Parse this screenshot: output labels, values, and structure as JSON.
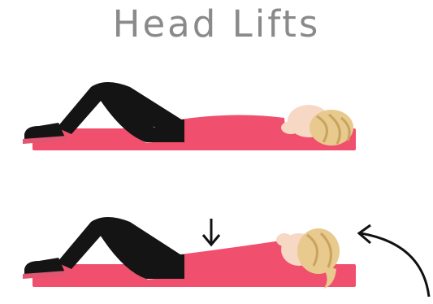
{
  "title": "Head Lifts",
  "colors": {
    "title_text": "#8a8a8a",
    "mat": "#f0506e",
    "shirt": "#f0506e",
    "pants": "#141414",
    "skin": "#f6d8c4",
    "hair": "#e8c98e",
    "hair_shade": "#c9a45f",
    "shoe_sole": "#e05570",
    "arrow": "#111111"
  },
  "scenes": [
    {
      "pose": "resting",
      "head_raised": false,
      "icons": []
    },
    {
      "pose": "head-lift",
      "head_raised": true,
      "icons": [
        "down-arrow-icon",
        "curved-arrow-icon"
      ]
    }
  ]
}
